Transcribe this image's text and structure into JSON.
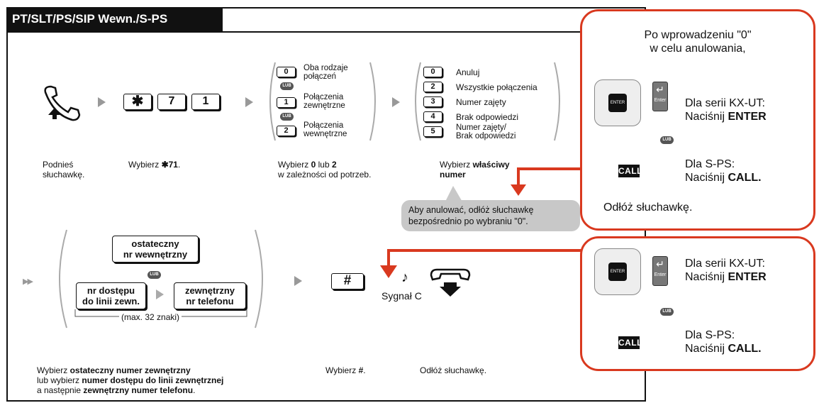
{
  "title": "PT/SLT/PS/SIP Wewn./S-PS",
  "step1": {
    "line1": "Podnieś",
    "line2": "słuchawkę."
  },
  "step2": {
    "prefix": "Wybierz ",
    "bold": "✱71",
    "suffix": "."
  },
  "keys": {
    "star": "✱",
    "seven": "7",
    "one": "1",
    "zero": "0",
    "two": "2",
    "three": "3",
    "four": "4",
    "five": "5",
    "hash": "#"
  },
  "lub": "LUB",
  "options_a": [
    {
      "key": "0",
      "line1": "Oba rodzaje",
      "line2": "połączeń"
    },
    {
      "key": "1",
      "line1": "Połączenia",
      "line2": "zewnętrzne"
    },
    {
      "key": "2",
      "line1": "Połączenia",
      "line2": "wewnętrzne"
    }
  ],
  "step3": {
    "prefix": "Wybierz ",
    "b1": "0",
    "mid": " lub ",
    "b2": "2",
    "line2": "w zależności od potrzeb."
  },
  "options_b": [
    {
      "key": "0",
      "label": "Anuluj"
    },
    {
      "key": "2",
      "label": "Wszystkie połączenia"
    },
    {
      "key": "3",
      "label": "Numer zajęty"
    },
    {
      "key": "4",
      "label": "Brak odpowiedzi"
    },
    {
      "key": "5",
      "line1": "Numer zajęty/",
      "line2": "Brak odpowiedzi"
    }
  ],
  "step4": {
    "prefix": "Wybierz ",
    "bold1": "właściwy",
    "bold2": "numer"
  },
  "bubble": {
    "line1": "Aby anulować, odłóż słuchawkę",
    "line2": "bezpośrednio po wybraniu \"0\"."
  },
  "panel_top": {
    "line1": "Po wprowadzeniu \"0\"",
    "line2": "w celu anulowania,",
    "kxut_line1": "Dla serii KX-UT:",
    "kxut_prefix": "Naciśnij ",
    "kxut_bold": "ENTER",
    "sps_line1": "Dla S-PS:",
    "sps_prefix": "Naciśnij ",
    "sps_bold": "CALL.",
    "hangup": "Odłóż słuchawkę."
  },
  "panel_bottom": {
    "kxut_line1": "Dla serii KX-UT:",
    "kxut_prefix": "Naciśnij ",
    "kxut_bold": "ENTER",
    "sps_line1": "Dla S-PS:",
    "sps_prefix": "Naciśnij ",
    "sps_bold": "CALL."
  },
  "icons": {
    "enter_label": "ENTER",
    "enter_key_label": "Enter",
    "call_label": "CALL"
  },
  "group": {
    "box_final_line1": "ostateczny",
    "box_final_line2": "nr wewnętrzny",
    "box_access_line1": "nr dostępu",
    "box_access_line2": "do linii zewn.",
    "box_ext_line1": "zewnętrzny",
    "box_ext_line2": "nr telefonu",
    "max_note": "(max. 32 znaki)"
  },
  "tone": "Sygnał C",
  "bottom_step1": {
    "p1": "Wybierz ",
    "b1": "ostateczny numer zewnętrzny",
    "p2": "lub wybierz ",
    "b2": "numer dostępu do linii zewnętrznej",
    "p3": "a następnie ",
    "b3": "zewnętrzny numer telefonu",
    "p4": "."
  },
  "bottom_step2": {
    "prefix": "Wybierz ",
    "bold": "#",
    "suffix": "."
  },
  "bottom_step3": "Odłóż słuchawkę.",
  "colors": {
    "accent": "#d9391f",
    "bubble": "#c8c8c8",
    "arrow": "#999999"
  }
}
